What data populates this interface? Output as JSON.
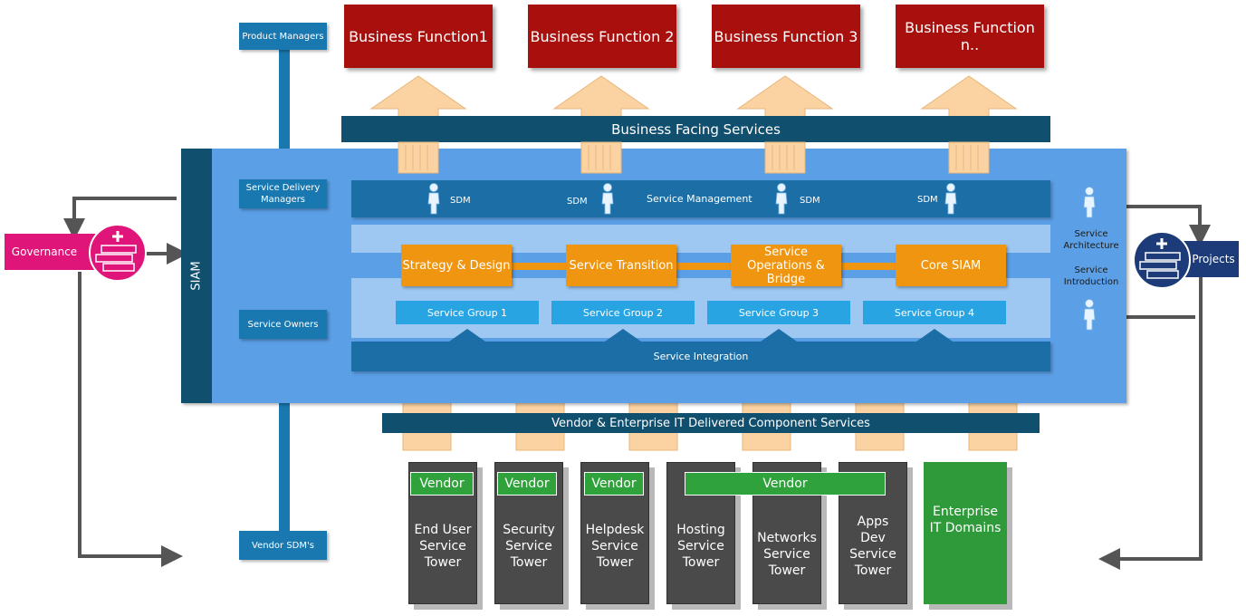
{
  "business_functions": [
    "Business Function1",
    "Business Function 2",
    "Business Function 3",
    "Business Function n.."
  ],
  "business_facing_services": "Business Facing Services",
  "roles": {
    "product_managers": "Product Managers",
    "service_delivery_managers": "Service Delivery Managers",
    "service_owners": "Service Owners",
    "vendor_sdms": "Vendor SDM's"
  },
  "siam_label": "SIAM",
  "governance": "Governance",
  "projects": "Projects",
  "sdm_labels": [
    "SDM",
    "SDM",
    "SDM",
    "SDM"
  ],
  "service_management": "Service Management",
  "processes": [
    "Strategy & Design",
    "Service Transition",
    "Service Operations & Bridge",
    "Core SIAM"
  ],
  "service_groups": [
    "Service Group 1",
    "Service Group 2",
    "Service Group 3",
    "Service Group 4"
  ],
  "service_integration": "Service Integration",
  "service_architecture": "Service Architecture",
  "service_introduction": "Service Introduction",
  "component_services": "Vendor & Enterprise IT Delivered Component Services",
  "vendor_label": "Vendor",
  "towers": [
    "End User Service Tower",
    "Security Service Tower",
    "Helpdesk Service Tower",
    "Hosting Service Tower",
    "Networks Service Tower",
    "Apps Dev Service Tower"
  ],
  "enterprise_it": "Enterprise IT Domains",
  "colors": {
    "business_function": "#a8100e",
    "navy": "#114f6e",
    "siam_panel": "#5b9fe6",
    "orange": "#f0950f",
    "service_group": "#29a4e3",
    "tower": "#4a4a4a",
    "vendor": "#2fa23b",
    "governance": "#e0157a",
    "projects": "#1d3b78"
  }
}
